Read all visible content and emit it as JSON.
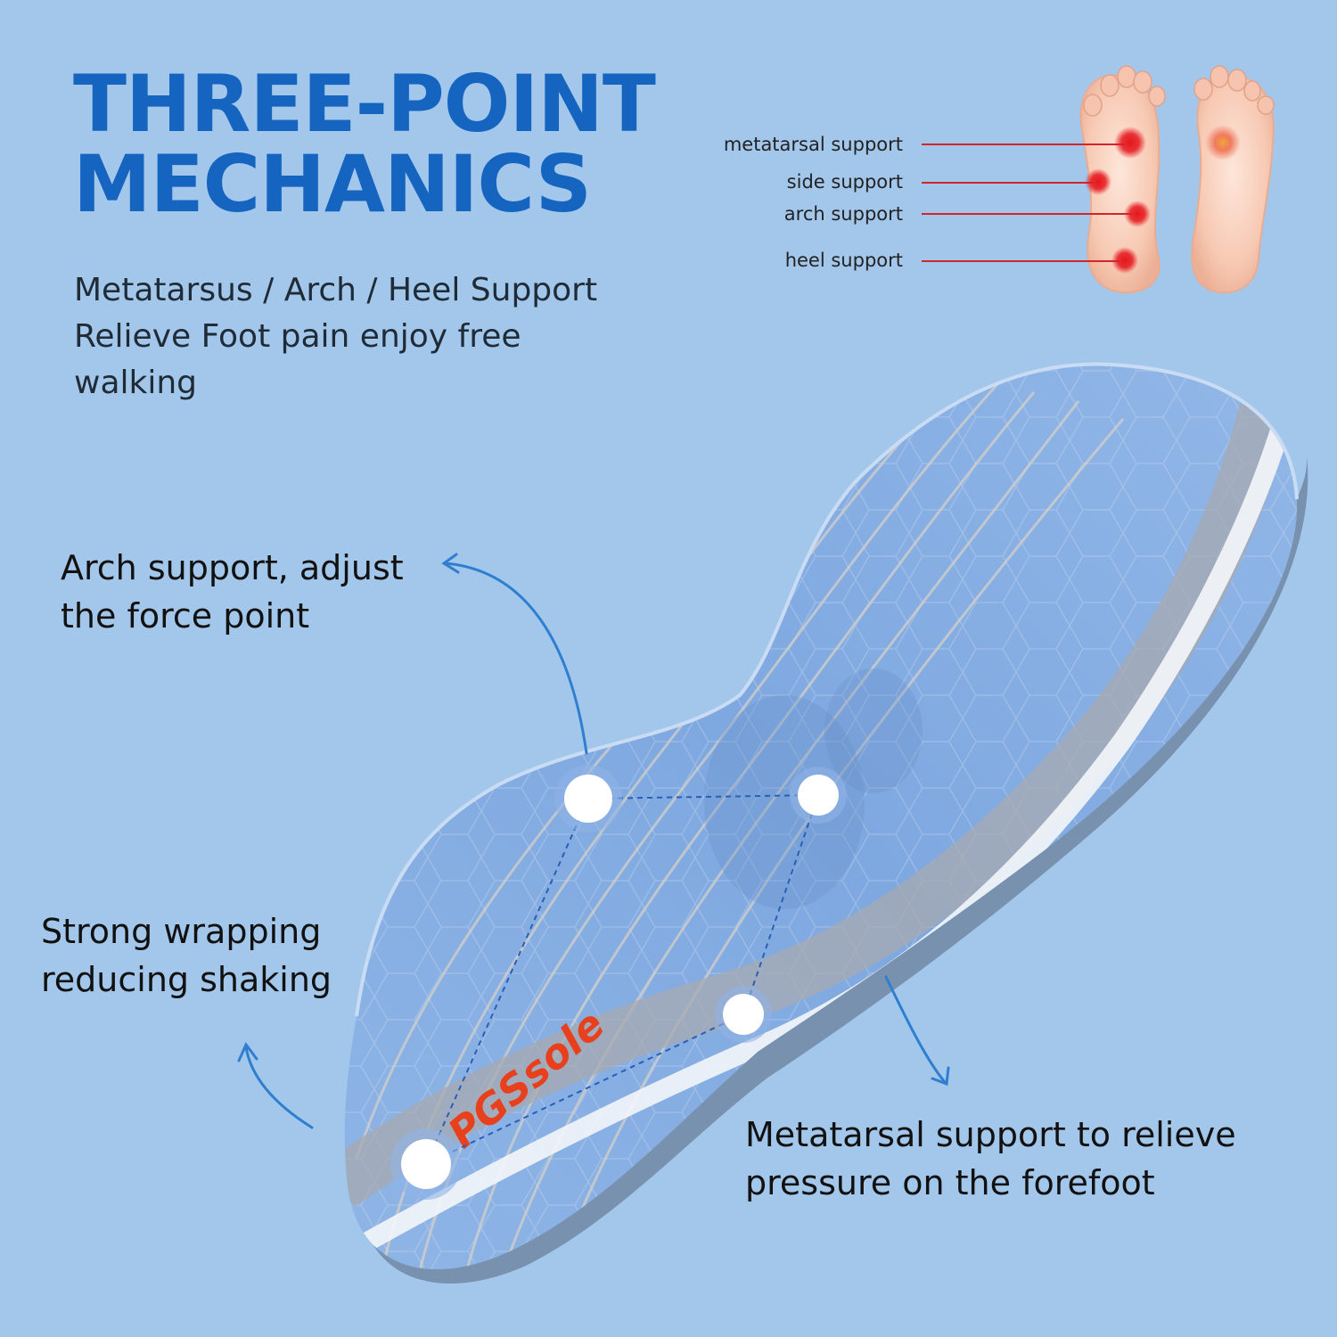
{
  "heading": {
    "line1": "THREE-POINT",
    "line2": "MECHANICS"
  },
  "subtitle": {
    "line1": "Metatarsus / Arch / Heel Support",
    "line2": "Relieve Foot pain enjoy free",
    "line3": "walking"
  },
  "foot_diagram": {
    "labels": [
      "metatarsal support",
      "side support",
      "arch support",
      "heel support"
    ]
  },
  "callouts": {
    "arch": [
      "Arch support, adjust",
      "the force point"
    ],
    "wrapping": [
      "Strong wrapping",
      "reducing shaking"
    ],
    "metatarsal": [
      "Metatarsal support to relieve",
      "pressure on the forefoot"
    ]
  },
  "brand": {
    "logo_text": "PGSsole"
  },
  "colors": {
    "background": "#a3c7eb",
    "heading": "#1565c0",
    "pressure_point": "#e5161c",
    "logo": "#e8401c"
  }
}
